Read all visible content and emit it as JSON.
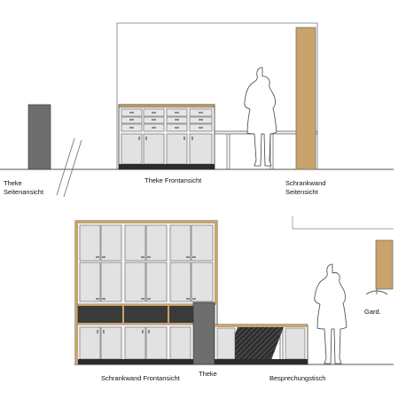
{
  "labels": {
    "theke_side_1": "Theke",
    "theke_side_2": "Seitenansicht",
    "theke_front": "Theke Frontansicht",
    "schrank_side_1": "Schrankwand",
    "schrank_side_2": "Seitensicht",
    "schrank_front": "Schrankwand Frontansicht",
    "theke": "Theke",
    "besprechung": "Besprechungstisch",
    "gard": "Gard."
  },
  "colors": {
    "wood": "#c9a36a",
    "gray_panel": "#6e6e6e",
    "dark": "#2b2b2b",
    "door": "#e2e2e2",
    "line": "#555555"
  }
}
